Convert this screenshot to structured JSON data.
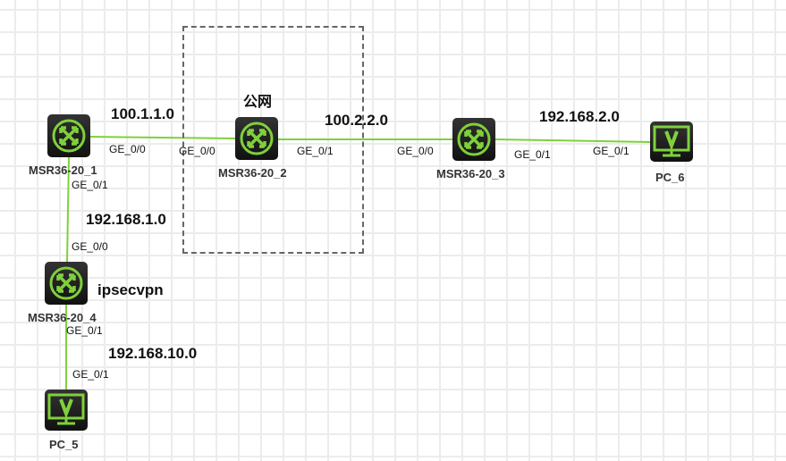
{
  "accent": "#7fd13b",
  "area_label": "公网",
  "devices": [
    {
      "id": "r1",
      "name": "MSR36-20_1",
      "icon": "router-icon"
    },
    {
      "id": "r2",
      "name": "MSR36-20_2",
      "icon": "router-icon"
    },
    {
      "id": "r3",
      "name": "MSR36-20_3",
      "icon": "router-icon"
    },
    {
      "id": "r4",
      "name": "MSR36-20_4",
      "icon": "router-icon"
    },
    {
      "id": "pc6",
      "name": "PC_6",
      "icon": "pc-icon"
    },
    {
      "id": "pc5",
      "name": "PC_5",
      "icon": "pc-icon"
    }
  ],
  "networks": [
    "100.1.1.0",
    "100.2.2.0",
    "192.168.2.0",
    "192.168.1.0",
    "192.168.10.0"
  ],
  "annotations": {
    "vpn": "ipsecvpn"
  },
  "ports": [
    "GE_0/0",
    "GE_0/0",
    "GE_0/1",
    "GE_0/0",
    "GE_0/1",
    "GE_0/1",
    "GE_0/1",
    "GE_0/0",
    "GE_0/1",
    "GE_0/1"
  ]
}
